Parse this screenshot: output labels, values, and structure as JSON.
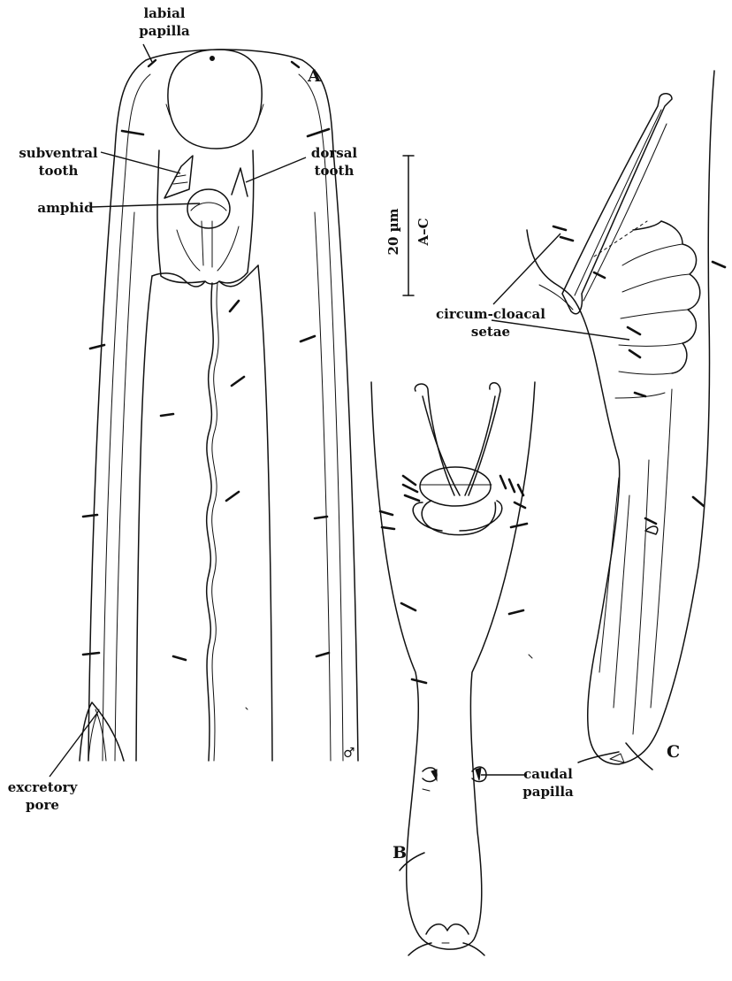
{
  "labels": {
    "labial_papilla": [
      "labial",
      "papilla"
    ],
    "subventral_tooth": [
      "subventral",
      "tooth"
    ],
    "dorsal_tooth": [
      "dorsal",
      "tooth"
    ],
    "amphid": "amphid",
    "excretory_pore": [
      "excretory",
      "pore"
    ],
    "circum_cloacal_setae": [
      "circum-cloacal",
      "setae"
    ],
    "caudal_papilla": [
      "caudal",
      "papilla"
    ]
  },
  "panels": {
    "a": "A",
    "b": "B",
    "c": "C"
  },
  "sex_symbol": "♂",
  "scale_bar": {
    "value": "20 µm",
    "panels": "A–C"
  }
}
